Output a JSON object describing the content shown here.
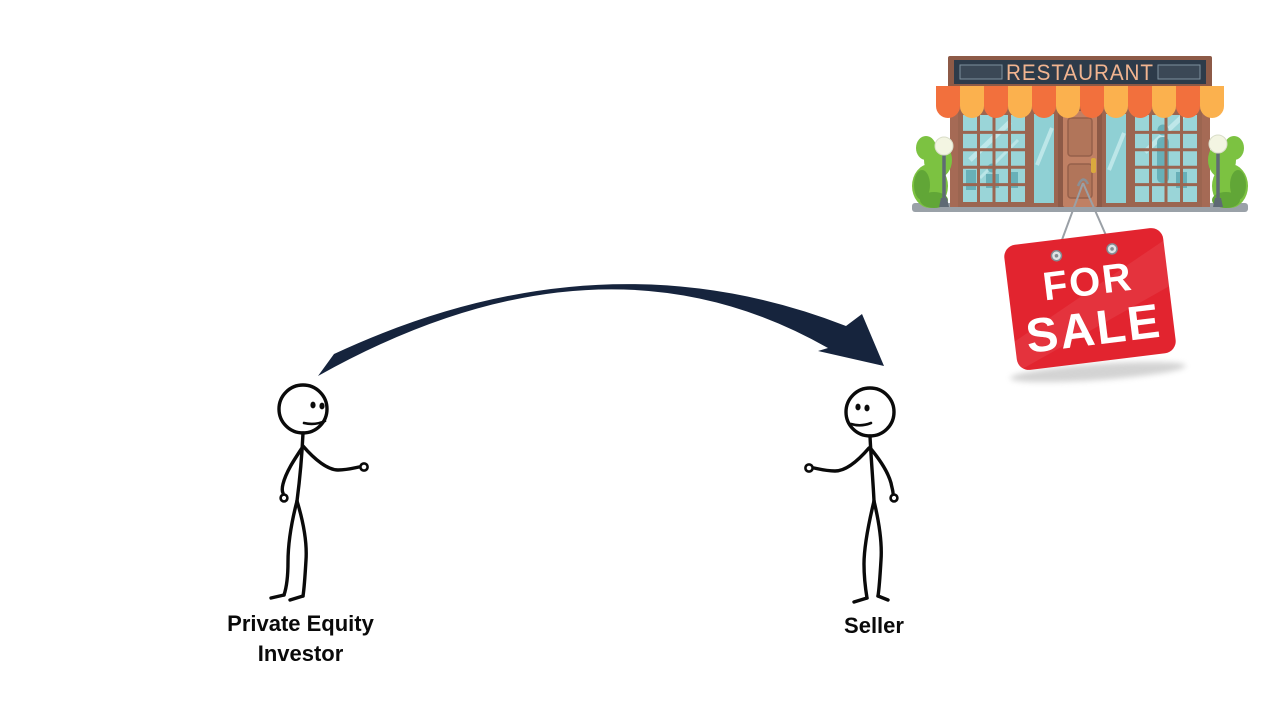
{
  "slide": {
    "background": "#ffffff",
    "description_labels": {
      "investor": "Private Equity Investor",
      "seller": "Seller"
    }
  },
  "actors": {
    "investor": {
      "label": "Private Equity Investor"
    },
    "seller": {
      "label": "Seller"
    }
  },
  "arrow": {
    "direction": "investor-to-seller"
  },
  "restaurant": {
    "sign_text": "RESTAURANT"
  },
  "for_sale_sign": {
    "line1": "FOR",
    "line2": "SALE"
  },
  "colors": {
    "arrow": "#16243d",
    "sale_sign_red": "#e2242f",
    "sale_sign_text": "#ffffff",
    "storefront_sign_bg": "#2d3b4a",
    "storefront_sign_text": "#f1b490",
    "awning_orange": "#f2703d",
    "awning_cream": "#fbb14e",
    "facade_brown": "#a56a55",
    "frame_brown": "#9b6550",
    "door_brown": "#c08064",
    "glass_teal": "#9ad5d8",
    "bush_green": "#7cc241",
    "bush_dark": "#61a637",
    "ground_gray": "#9aa1a8",
    "figure_ink": "#0a0a0a"
  }
}
